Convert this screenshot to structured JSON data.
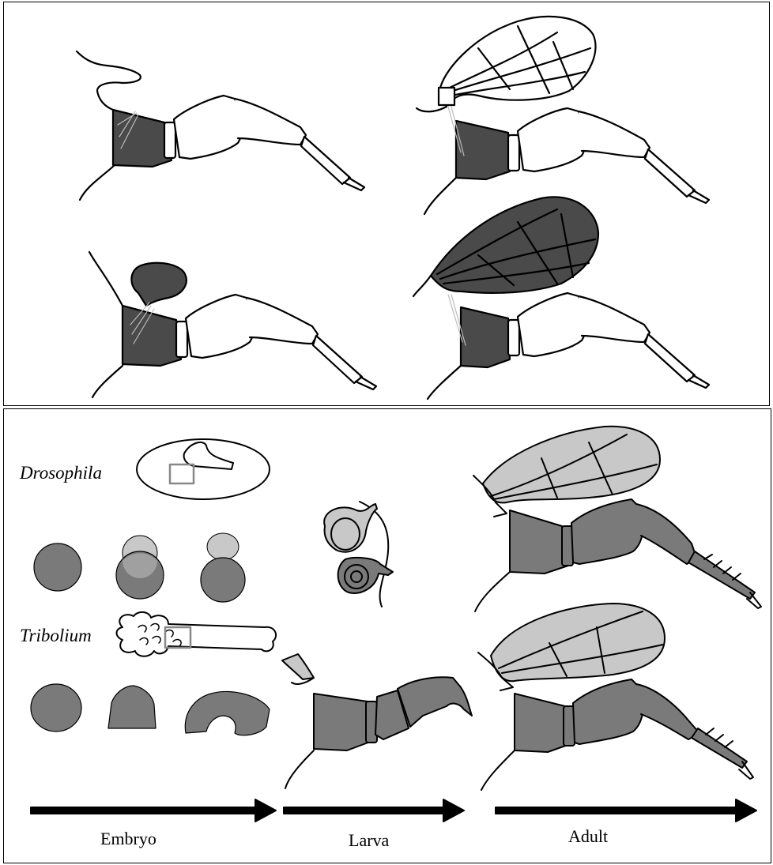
{
  "species": {
    "drosophila": "Drosophila",
    "tribolium": "Tribolium"
  },
  "stages": {
    "embryo": "Embryo",
    "larva": "Larva",
    "adult": "Adult"
  },
  "colors": {
    "dark_fill": "#4a4a4a",
    "mid_fill": "#7a7a7a",
    "light_fill": "#c8c8c8",
    "outline": "#000000"
  }
}
